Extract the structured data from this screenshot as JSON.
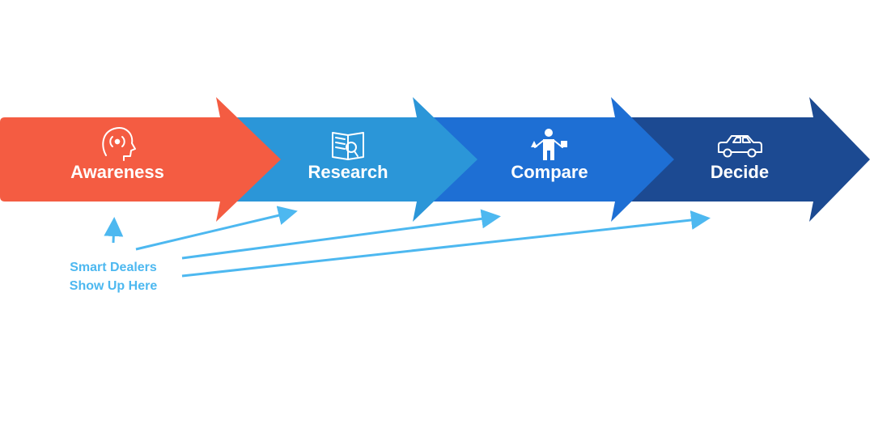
{
  "stages": [
    {
      "label": "Awareness",
      "icon": "head-signal-icon",
      "color": "#F45C42"
    },
    {
      "label": "Research",
      "icon": "book-magnifier-icon",
      "color": "#2B96D8"
    },
    {
      "label": "Compare",
      "icon": "person-balance-icon",
      "color": "#1E6FD4"
    },
    {
      "label": "Decide",
      "icon": "car-icon",
      "color": "#1C4A92"
    }
  ],
  "callout": {
    "lines": [
      "Smart Dealers",
      "Show Up Here"
    ],
    "color": "#4DB8F0"
  }
}
